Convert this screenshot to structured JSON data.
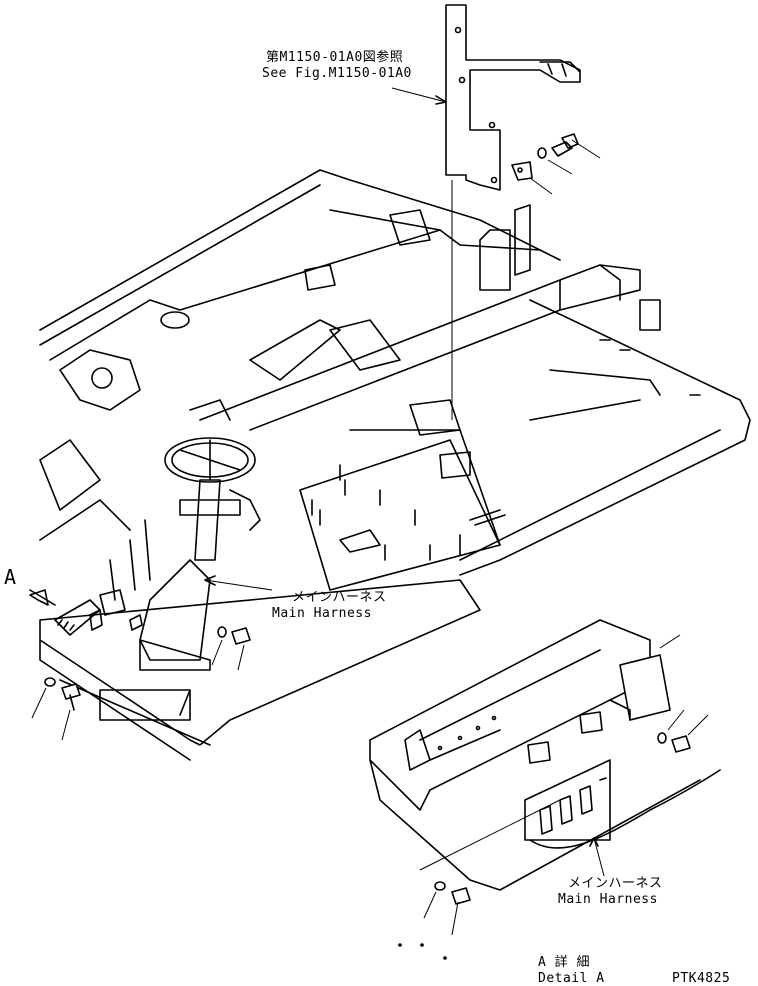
{
  "labels": {
    "ref_jp": "第M1150-01A0図参照",
    "ref_en": "See Fig.M1150-01A0",
    "harness_jp_1": "メインハーネス",
    "harness_en_1": "Main Harness",
    "harness_jp_2": "メインハーネス",
    "harness_en_2": "Main Harness",
    "detail_jp": "A 詳 細",
    "detail_en": "Detail A",
    "view_marker": "A",
    "drawing_no": "PTK4825"
  }
}
